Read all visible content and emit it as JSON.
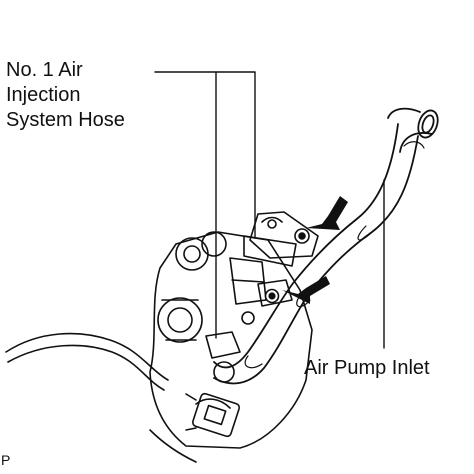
{
  "labels": {
    "hose_line1": "No. 1 Air",
    "hose_line2": "Injection",
    "hose_line3": "System Hose",
    "pump_inlet": "Air Pump Inlet",
    "figure_code": "P"
  },
  "colors": {
    "ink": "#111111",
    "background": "#ffffff"
  },
  "icons": [
    "arrow-icon",
    "bolt-icon"
  ]
}
